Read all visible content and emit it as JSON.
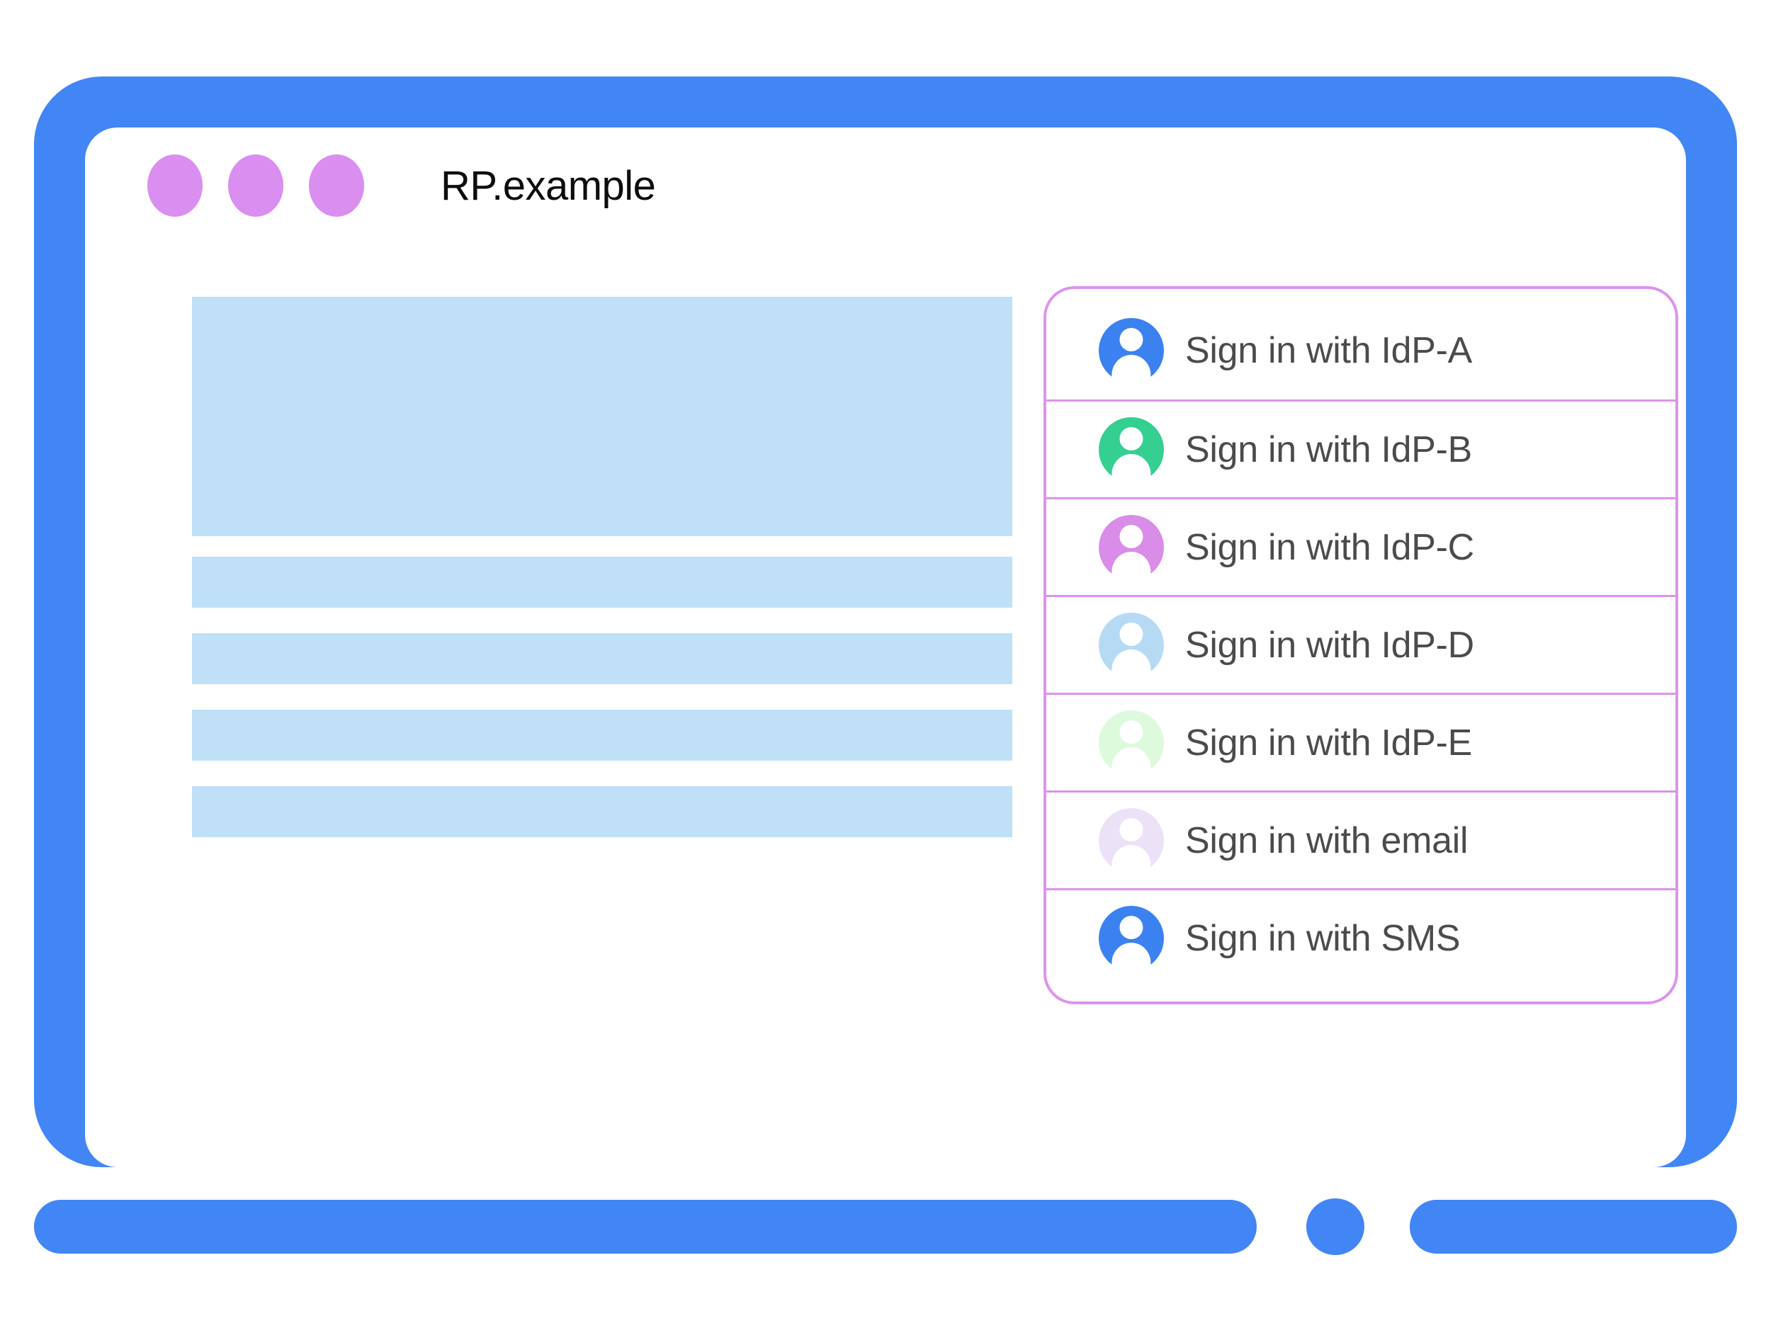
{
  "window": {
    "title": "RP.example",
    "traffic_dots": [
      "dot-1",
      "dot-2",
      "dot-3"
    ],
    "frame_color": "#4285f4",
    "dot_color": "#d98ef0"
  },
  "content": {
    "placeholder_color": "#bfe0f6",
    "blocks": [
      {
        "name": "hero-placeholder",
        "kind": "hero"
      },
      {
        "name": "text-placeholder-1",
        "kind": "row"
      },
      {
        "name": "text-placeholder-2",
        "kind": "row"
      },
      {
        "name": "text-placeholder-3",
        "kind": "row"
      },
      {
        "name": "text-placeholder-4",
        "kind": "row"
      }
    ]
  },
  "account_chooser": {
    "border_color": "#dd93ec",
    "divider_color": "#dd93ec",
    "label_color": "#4b4b4b",
    "items": [
      {
        "label": "Sign in with IdP-A",
        "icon": "avatar-icon",
        "avatar_color": "#3b82f0"
      },
      {
        "label": "Sign in with IdP-B",
        "icon": "avatar-icon",
        "avatar_color": "#35cf91"
      },
      {
        "label": "Sign in with IdP-C",
        "icon": "avatar-icon",
        "avatar_color": "#d98ce8"
      },
      {
        "label": "Sign in with IdP-D",
        "icon": "avatar-icon",
        "avatar_color": "#b6daf4"
      },
      {
        "label": "Sign in with IdP-E",
        "icon": "avatar-icon",
        "avatar_color": "#ddfadd"
      },
      {
        "label": "Sign in with email",
        "icon": "avatar-icon",
        "avatar_color": "#ece2f7"
      },
      {
        "label": "Sign in with SMS",
        "icon": "avatar-icon",
        "avatar_color": "#3b82f0"
      }
    ]
  },
  "device": {
    "home_button": "home-button",
    "bezel_left": "bezel-bar-left",
    "bezel_right": "bezel-bar-right"
  }
}
